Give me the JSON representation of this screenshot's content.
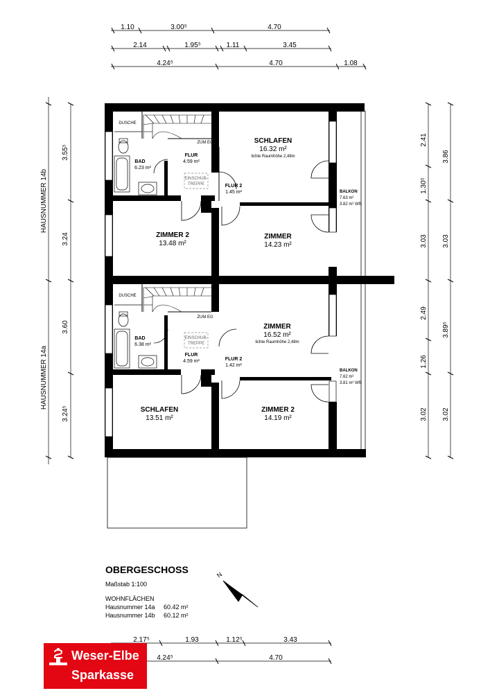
{
  "dims_top": [
    [
      "1.10",
      "3.00⁵",
      "4.70"
    ],
    [
      "2.14",
      "1.95⁵",
      "1.11",
      "3.45"
    ],
    [
      "4.24⁵",
      "4.70",
      "1.08"
    ]
  ],
  "dims_left": {
    "outer": [
      "3.55⁵",
      "3.24",
      "3.60",
      "3.24⁵"
    ],
    "house_b": "HAUSNUMMER 14b",
    "house_a": "HAUSNUMMER 14a"
  },
  "dims_right": {
    "inner": [
      "2.41",
      "1.30⁵",
      "3.03",
      "2.49",
      "1.26",
      "3.02"
    ],
    "outer": [
      "3.86",
      "3.03",
      "3.89⁵",
      "3.02"
    ]
  },
  "dims_bottom": [
    [
      "2.17⁵",
      "1.93",
      "1.12⁵",
      "3.43"
    ],
    [
      "4.24⁵",
      "4.70"
    ]
  ],
  "rooms": {
    "dusche_b": "DUSCHE",
    "bad_b": {
      "name": "BAD",
      "area": "6.23 m²"
    },
    "flur_b": {
      "name": "FLUR",
      "area": "4.59 m²"
    },
    "zum_eg_b": "ZUM EG",
    "einschub_b": [
      "EINSCHUB-",
      "TREPPE"
    ],
    "flur2_b": {
      "name": "FLUR 2",
      "area": "1.45 m²"
    },
    "schlafen_b": {
      "name": "SCHLAFEN",
      "area": "16.32 m²",
      "note": "lichte Raumhöhe 2,48m"
    },
    "balkon_b": {
      "name": "BALKON",
      "area": "7.63 m²",
      "wfl": "3.82 m² Wfl."
    },
    "zimmer2_b": {
      "name": "ZIMMER 2",
      "area": "13.48 m²"
    },
    "zimmer_b": {
      "name": "ZIMMER",
      "area": "14.23 m²"
    },
    "dusche_a": "DUSCHE",
    "bad_a": {
      "name": "BAD",
      "area": "6.38 m²"
    },
    "zum_eg_a": "ZUM EG",
    "einschub_a": [
      "EINSCHUB-",
      "TREPPE"
    ],
    "flur_a": {
      "name": "FLUR",
      "area": "4.59 m²"
    },
    "flur2_a": {
      "name": "FLUR 2",
      "area": "1.42 m²"
    },
    "zimmer_a": {
      "name": "ZIMMER",
      "area": "16.52 m²",
      "note": "lichte Raumhöhe 2,48m"
    },
    "balkon_a": {
      "name": "BALKON",
      "area": "7.62 m²",
      "wfl": "3.81 m² Wfl."
    },
    "schlafen_a": {
      "name": "SCHLAFEN",
      "area": "13.51 m²"
    },
    "zimmer2_a": {
      "name": "ZIMMER 2",
      "area": "14.19 m²"
    }
  },
  "legend": {
    "title": "OBERGESCHOSS",
    "scale": "Maßstab 1:100",
    "heading": "WOHNFLÄCHEN",
    "rows": [
      {
        "label": "Hausnummer 14a",
        "value": "60.42 m²"
      },
      {
        "label": "Hausnummer 14b",
        "value": "60.12 m²"
      }
    ]
  },
  "north_label": "N",
  "logo": {
    "line1": "Weser-Elbe",
    "line2": "Sparkasse",
    "brand_color": "#e30613"
  }
}
